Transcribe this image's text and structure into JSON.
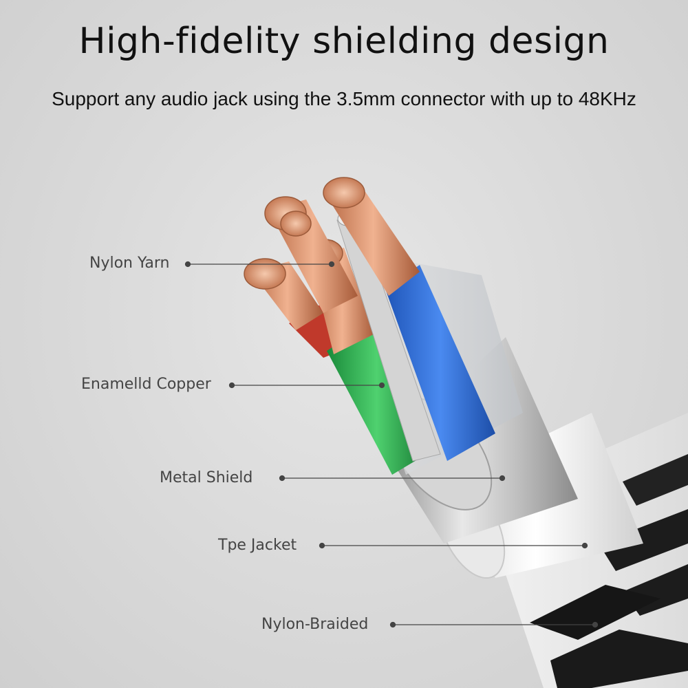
{
  "header": {
    "title": "High-fidelity shielding design",
    "subtitle": "Support any audio jack using the 3.5mm connector with up to 48KHz"
  },
  "callouts": [
    {
      "id": "nylon-yarn",
      "label": "Nylon Yarn"
    },
    {
      "id": "enamelled-copper",
      "label": "Enamelld Copper"
    },
    {
      "id": "metal-shield",
      "label": "Metal Shield"
    },
    {
      "id": "tpe-jacket",
      "label": "Tpe Jacket"
    },
    {
      "id": "nylon-braided",
      "label": "Nylon-Braided"
    }
  ],
  "colors": {
    "copper": "#d98a5f",
    "wire_red": "#c0392b",
    "wire_green": "#27ae4a",
    "wire_blue": "#2f6fd8",
    "shield": "#c9c9c9",
    "jacket": "#f0f0f0",
    "braid": "#1a1a1a"
  }
}
